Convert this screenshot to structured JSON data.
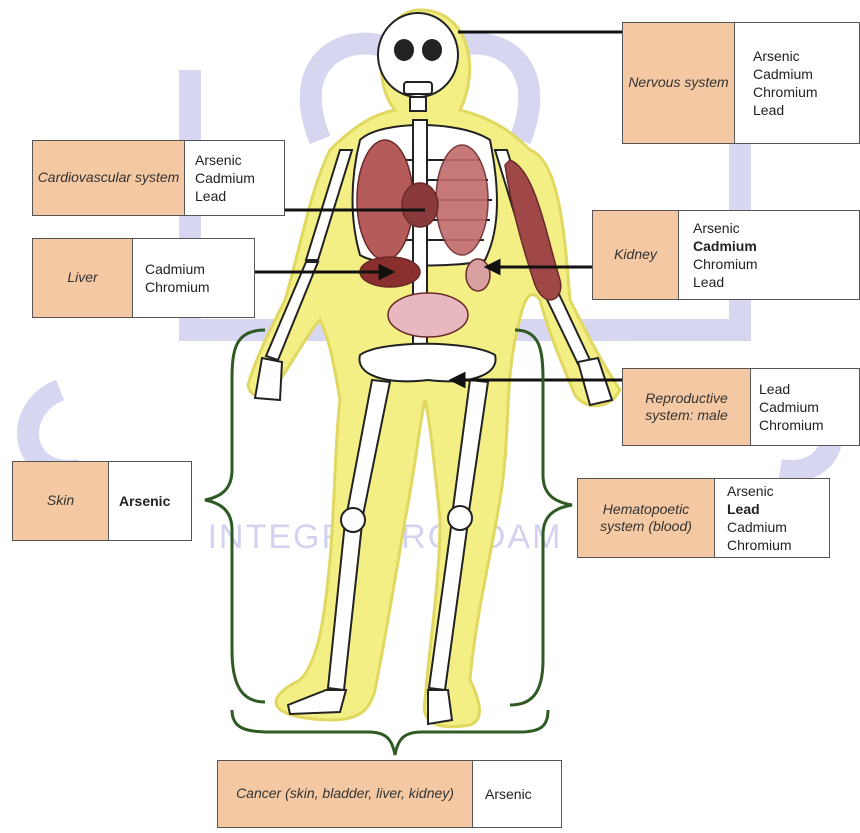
{
  "watermark": {
    "text": "INTEGROPROEDAM"
  },
  "colors": {
    "organ_fill": "#f4c8a2",
    "brace": "#2f5a23",
    "body_glow": "#f3ef84",
    "watermark": "#c9c9ec"
  },
  "boxes": {
    "nervous": {
      "organ": "Nervous system",
      "metals": [
        "Arsenic",
        "Cadmium",
        "Chromium",
        "Lead"
      ]
    },
    "cardio": {
      "organ": "Cardiovascular system",
      "metals": [
        "Arsenic",
        "Cadmium",
        "Lead"
      ]
    },
    "liver": {
      "organ": "Liver",
      "metals": [
        "Cadmium",
        "Chromium"
      ]
    },
    "kidney": {
      "organ": "Kidney",
      "metals": [
        "Arsenic",
        "Cadmium",
        "Chromium",
        "Lead"
      ],
      "bold_index": 1
    },
    "repro": {
      "organ": "Reproductive system: male",
      "metals": [
        "Lead",
        "Cadmium",
        "Chromium"
      ]
    },
    "skin": {
      "organ": "Skin",
      "metals": [
        "Arsenic"
      ],
      "bold_index": 0
    },
    "hemato": {
      "organ": "Hematopoetic system (blood)",
      "metals": [
        "Arsenic",
        "Lead",
        "Cadmium",
        "Chromium"
      ],
      "bold_index": 1
    },
    "cancer": {
      "organ": "Cancer (skin, bladder, liver, kidney)",
      "metals": [
        "Arsenic"
      ]
    }
  }
}
